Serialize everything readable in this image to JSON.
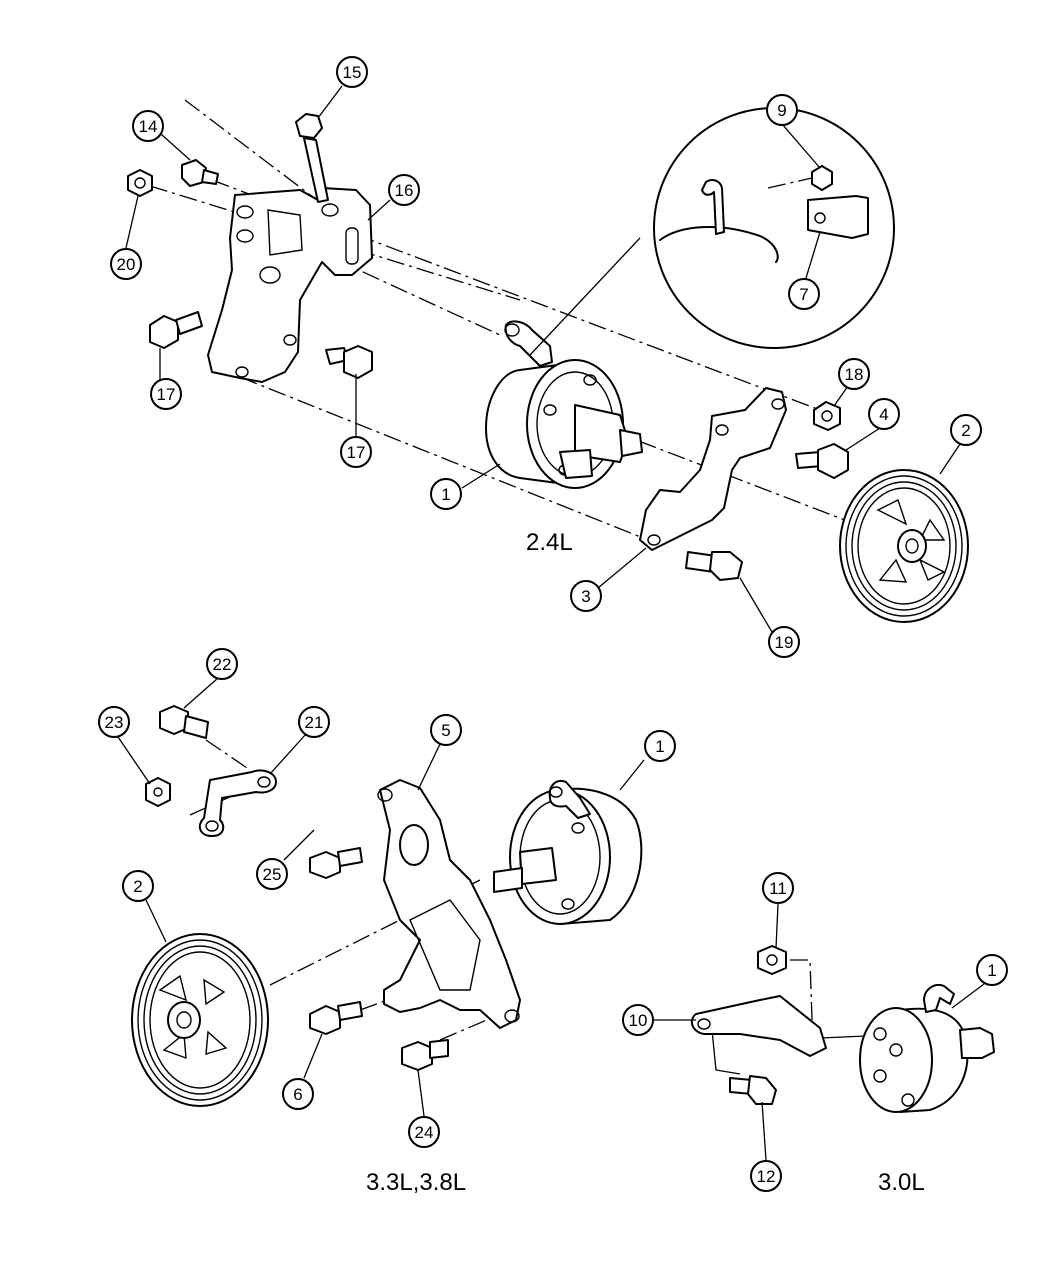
{
  "engine_labels": {
    "engine_24": "2.4L",
    "engine_33_38": "3.3L,3.8L",
    "engine_30": "3.0L"
  },
  "callouts": [
    {
      "id": "c15",
      "num": "15"
    },
    {
      "id": "c14",
      "num": "14"
    },
    {
      "id": "c20",
      "num": "20"
    },
    {
      "id": "c16",
      "num": "16"
    },
    {
      "id": "c17a",
      "num": "17"
    },
    {
      "id": "c17b",
      "num": "17"
    },
    {
      "id": "c9",
      "num": "9"
    },
    {
      "id": "c7",
      "num": "7"
    },
    {
      "id": "c18",
      "num": "18"
    },
    {
      "id": "c4",
      "num": "4"
    },
    {
      "id": "c2a",
      "num": "2"
    },
    {
      "id": "c1a",
      "num": "1"
    },
    {
      "id": "c3",
      "num": "3"
    },
    {
      "id": "c19",
      "num": "19"
    },
    {
      "id": "c22",
      "num": "22"
    },
    {
      "id": "c23",
      "num": "23"
    },
    {
      "id": "c21",
      "num": "21"
    },
    {
      "id": "c5",
      "num": "5"
    },
    {
      "id": "c1b",
      "num": "1"
    },
    {
      "id": "c25",
      "num": "25"
    },
    {
      "id": "c2b",
      "num": "2"
    },
    {
      "id": "c11",
      "num": "11"
    },
    {
      "id": "c1c",
      "num": "1"
    },
    {
      "id": "c10",
      "num": "10"
    },
    {
      "id": "c6",
      "num": "6"
    },
    {
      "id": "c24",
      "num": "24"
    },
    {
      "id": "c12",
      "num": "12"
    }
  ]
}
